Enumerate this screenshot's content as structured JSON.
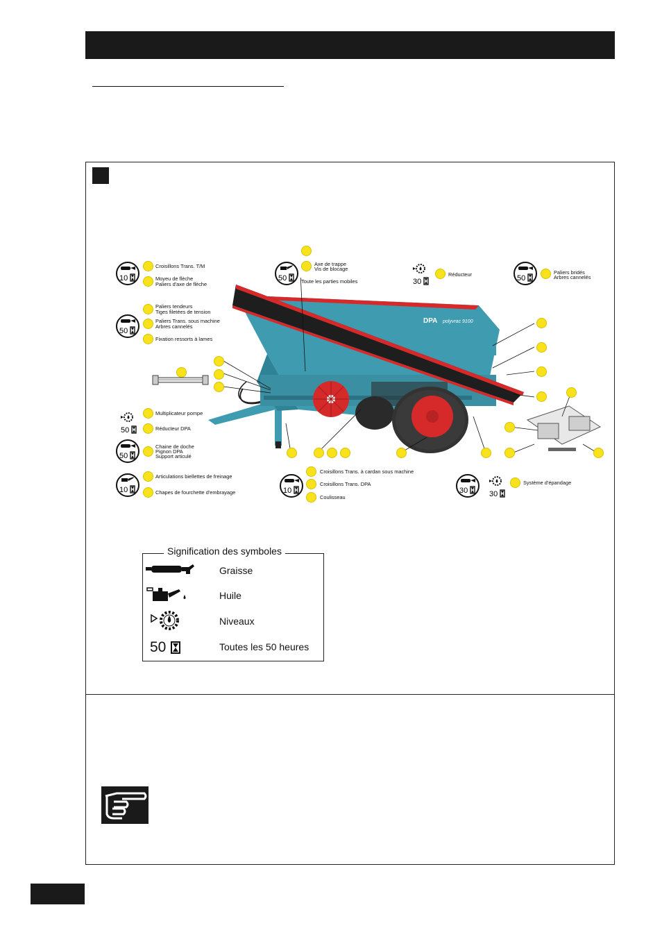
{
  "hours": {
    "h10": "10",
    "h50": "50",
    "h30": "30"
  },
  "groups": {
    "g10_grease": [
      "Croisillons Trans. T/M",
      "Moyeu de flèche",
      "Paliers d'axe de flèche"
    ],
    "g50_grease_left": [
      "Paliers tendeurs",
      "Tiges filetées de tension",
      "Paliers Trans. sous machine",
      "Arbres cannelés",
      "Fixation ressorts à lames"
    ],
    "g50_oil_top": [
      "Axe de trappe",
      "Vis de blocage",
      "Toute les parties mobiles"
    ],
    "g30_level_top": [
      "Réducteur"
    ],
    "g50_grease_right": [
      "Paliers bridés",
      "Arbres cannelés"
    ],
    "g50_level_left": [
      "Multiplicateur pompe",
      "Réducteur DPA"
    ],
    "g50_grease_chain": [
      "Chaine de doche",
      "Pignon DPA",
      "Support articulé"
    ],
    "g10_oil_bottom": [
      "Articulations biellettes de freinage",
      "Chapes de fourchette d'embrayage"
    ],
    "g10_grease_bottom": [
      "Croisillons Trans. à cardan sous machine",
      "Croisillons Trans. DPA",
      "Coulisseau"
    ],
    "g30_right": [
      "Système d'épandage"
    ]
  },
  "machine": {
    "brand": "DPA",
    "model": "polyvrac 9100"
  },
  "legend": {
    "title": "Signification des symboles",
    "items": [
      "Graisse",
      "Huile",
      "Niveaux",
      "Toutes les 50 heures"
    ],
    "sample_hours": "50"
  },
  "colors": {
    "body_blue": "#3f9bb0",
    "accent_red": "#d62a2a",
    "marker_yellow": "#f7e21b",
    "dark": "#1a1a1a"
  },
  "icons": [
    "grease-gun-icon",
    "oil-can-icon",
    "level-gear-icon",
    "hourglass-icon",
    "pointing-hand-icon"
  ]
}
